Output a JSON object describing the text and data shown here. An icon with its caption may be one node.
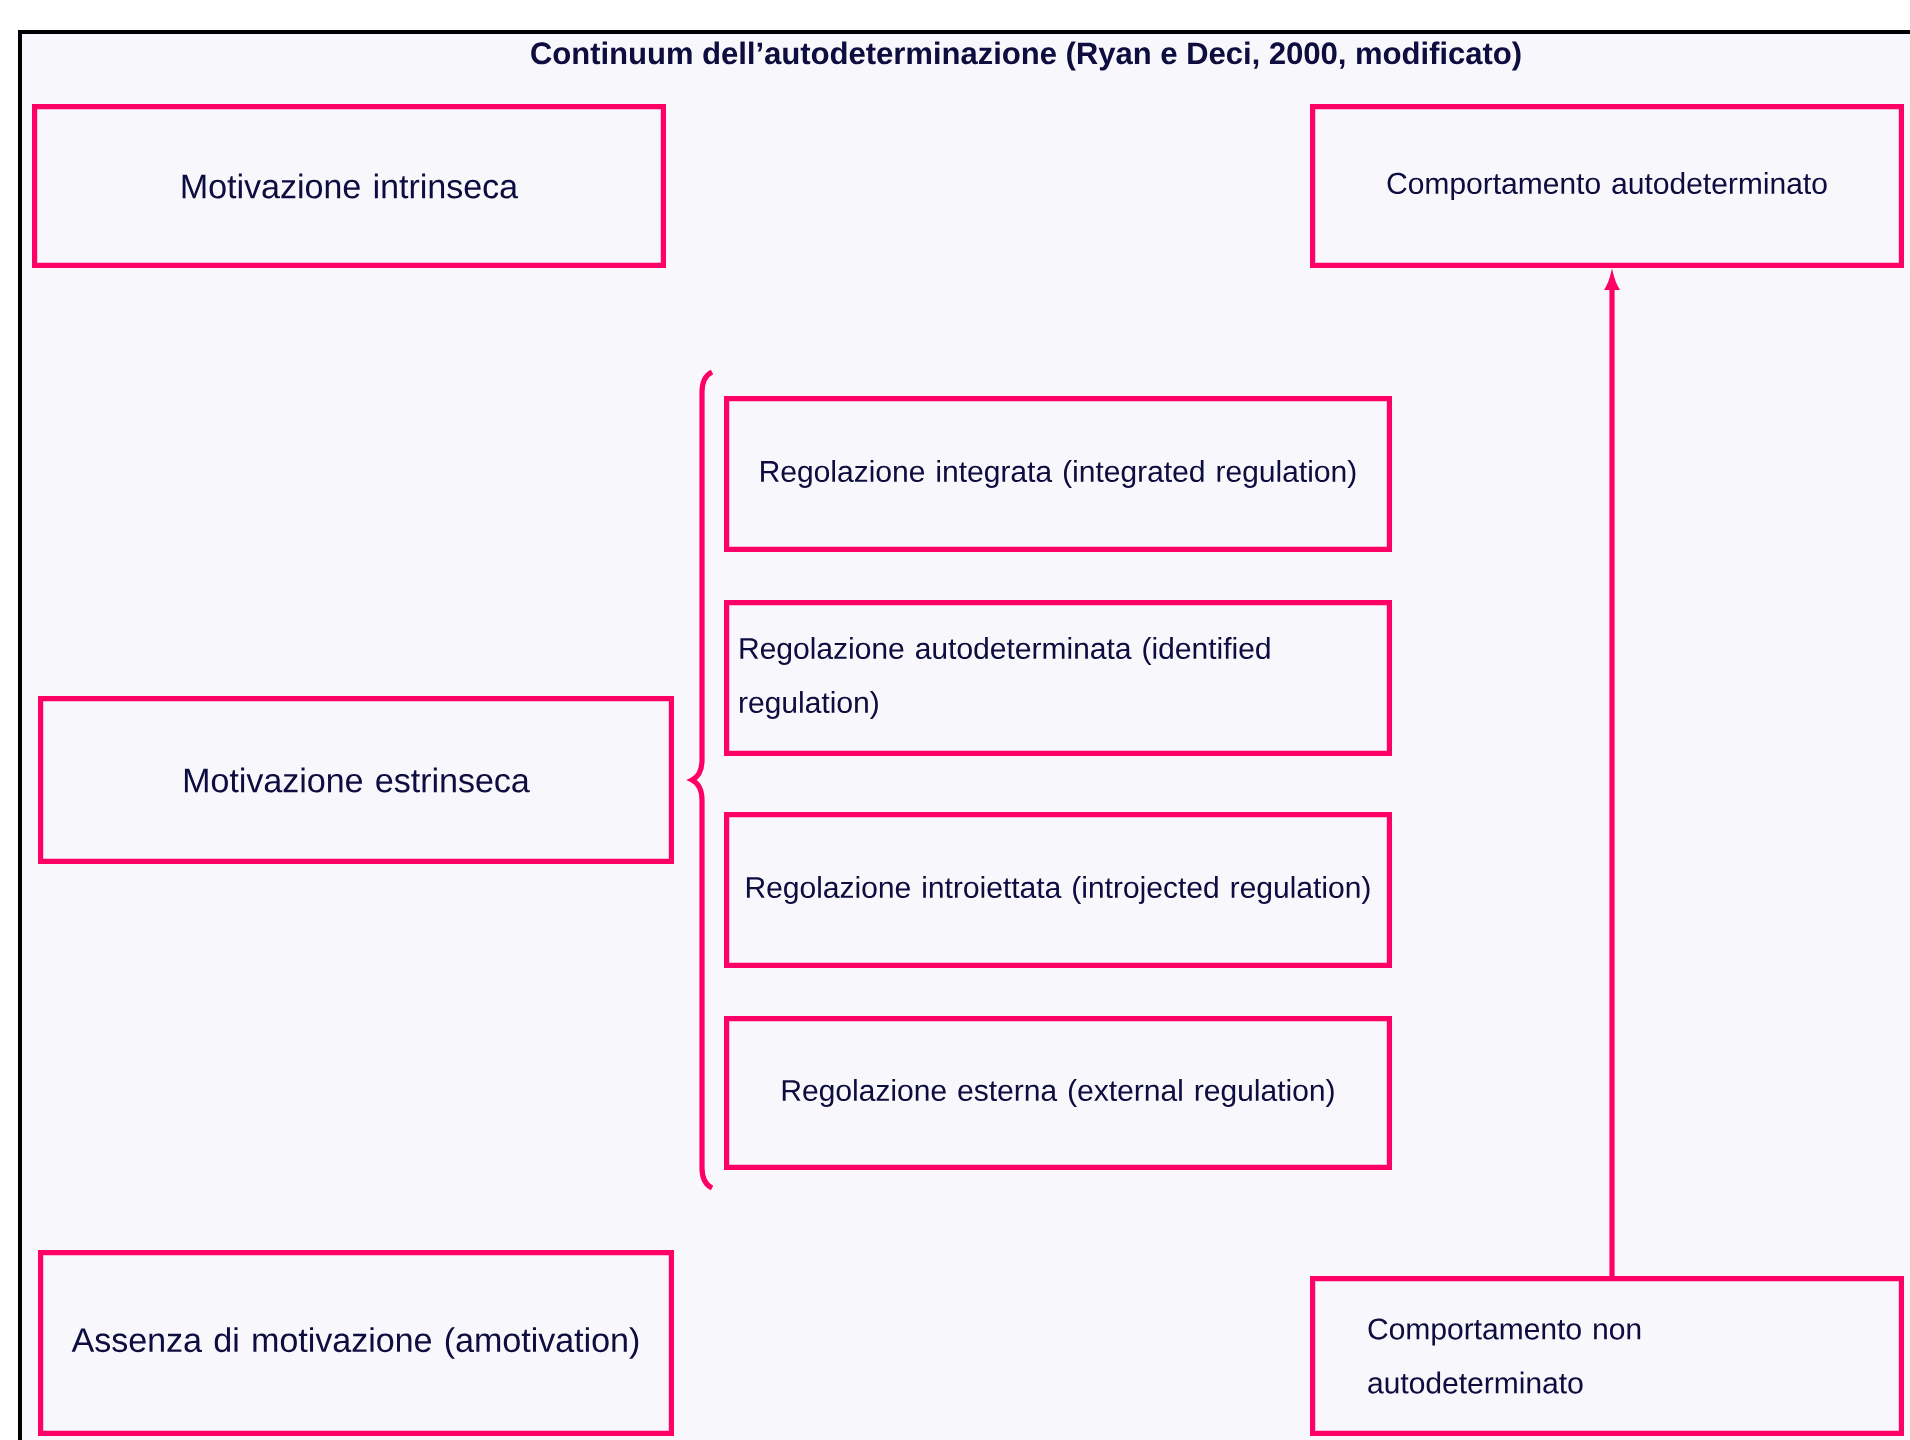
{
  "diagram": {
    "title": "Continuum dell’autodeterminazione (Ryan e Deci, 2000, modificato)",
    "nodes": [
      {
        "text": [
          "Motivazione intrinseca"
        ]
      },
      {
        "text": [
          "Comportamento autodeterminato"
        ]
      },
      {
        "text": [
          "Motivazione estrinseca"
        ]
      },
      {
        "text": [
          "Regolazione integrata (integrated regulation)"
        ]
      },
      {
        "text": [
          "Regolazione autodeterminata (identified regulation)"
        ]
      },
      {
        "text": [
          "Regolazione introiettata (introjected regulation)"
        ]
      },
      {
        "text": [
          "Regolazione esterna (external regulation)"
        ]
      },
      {
        "text": [
          "Assenza di motivazione (amotivation)"
        ]
      },
      {
        "text": [
          "Comportamento non autodeterminato"
        ]
      }
    ],
    "edges": [
      {
        "from": 8,
        "to": 1,
        "arrow": "to"
      }
    ]
  }
}
